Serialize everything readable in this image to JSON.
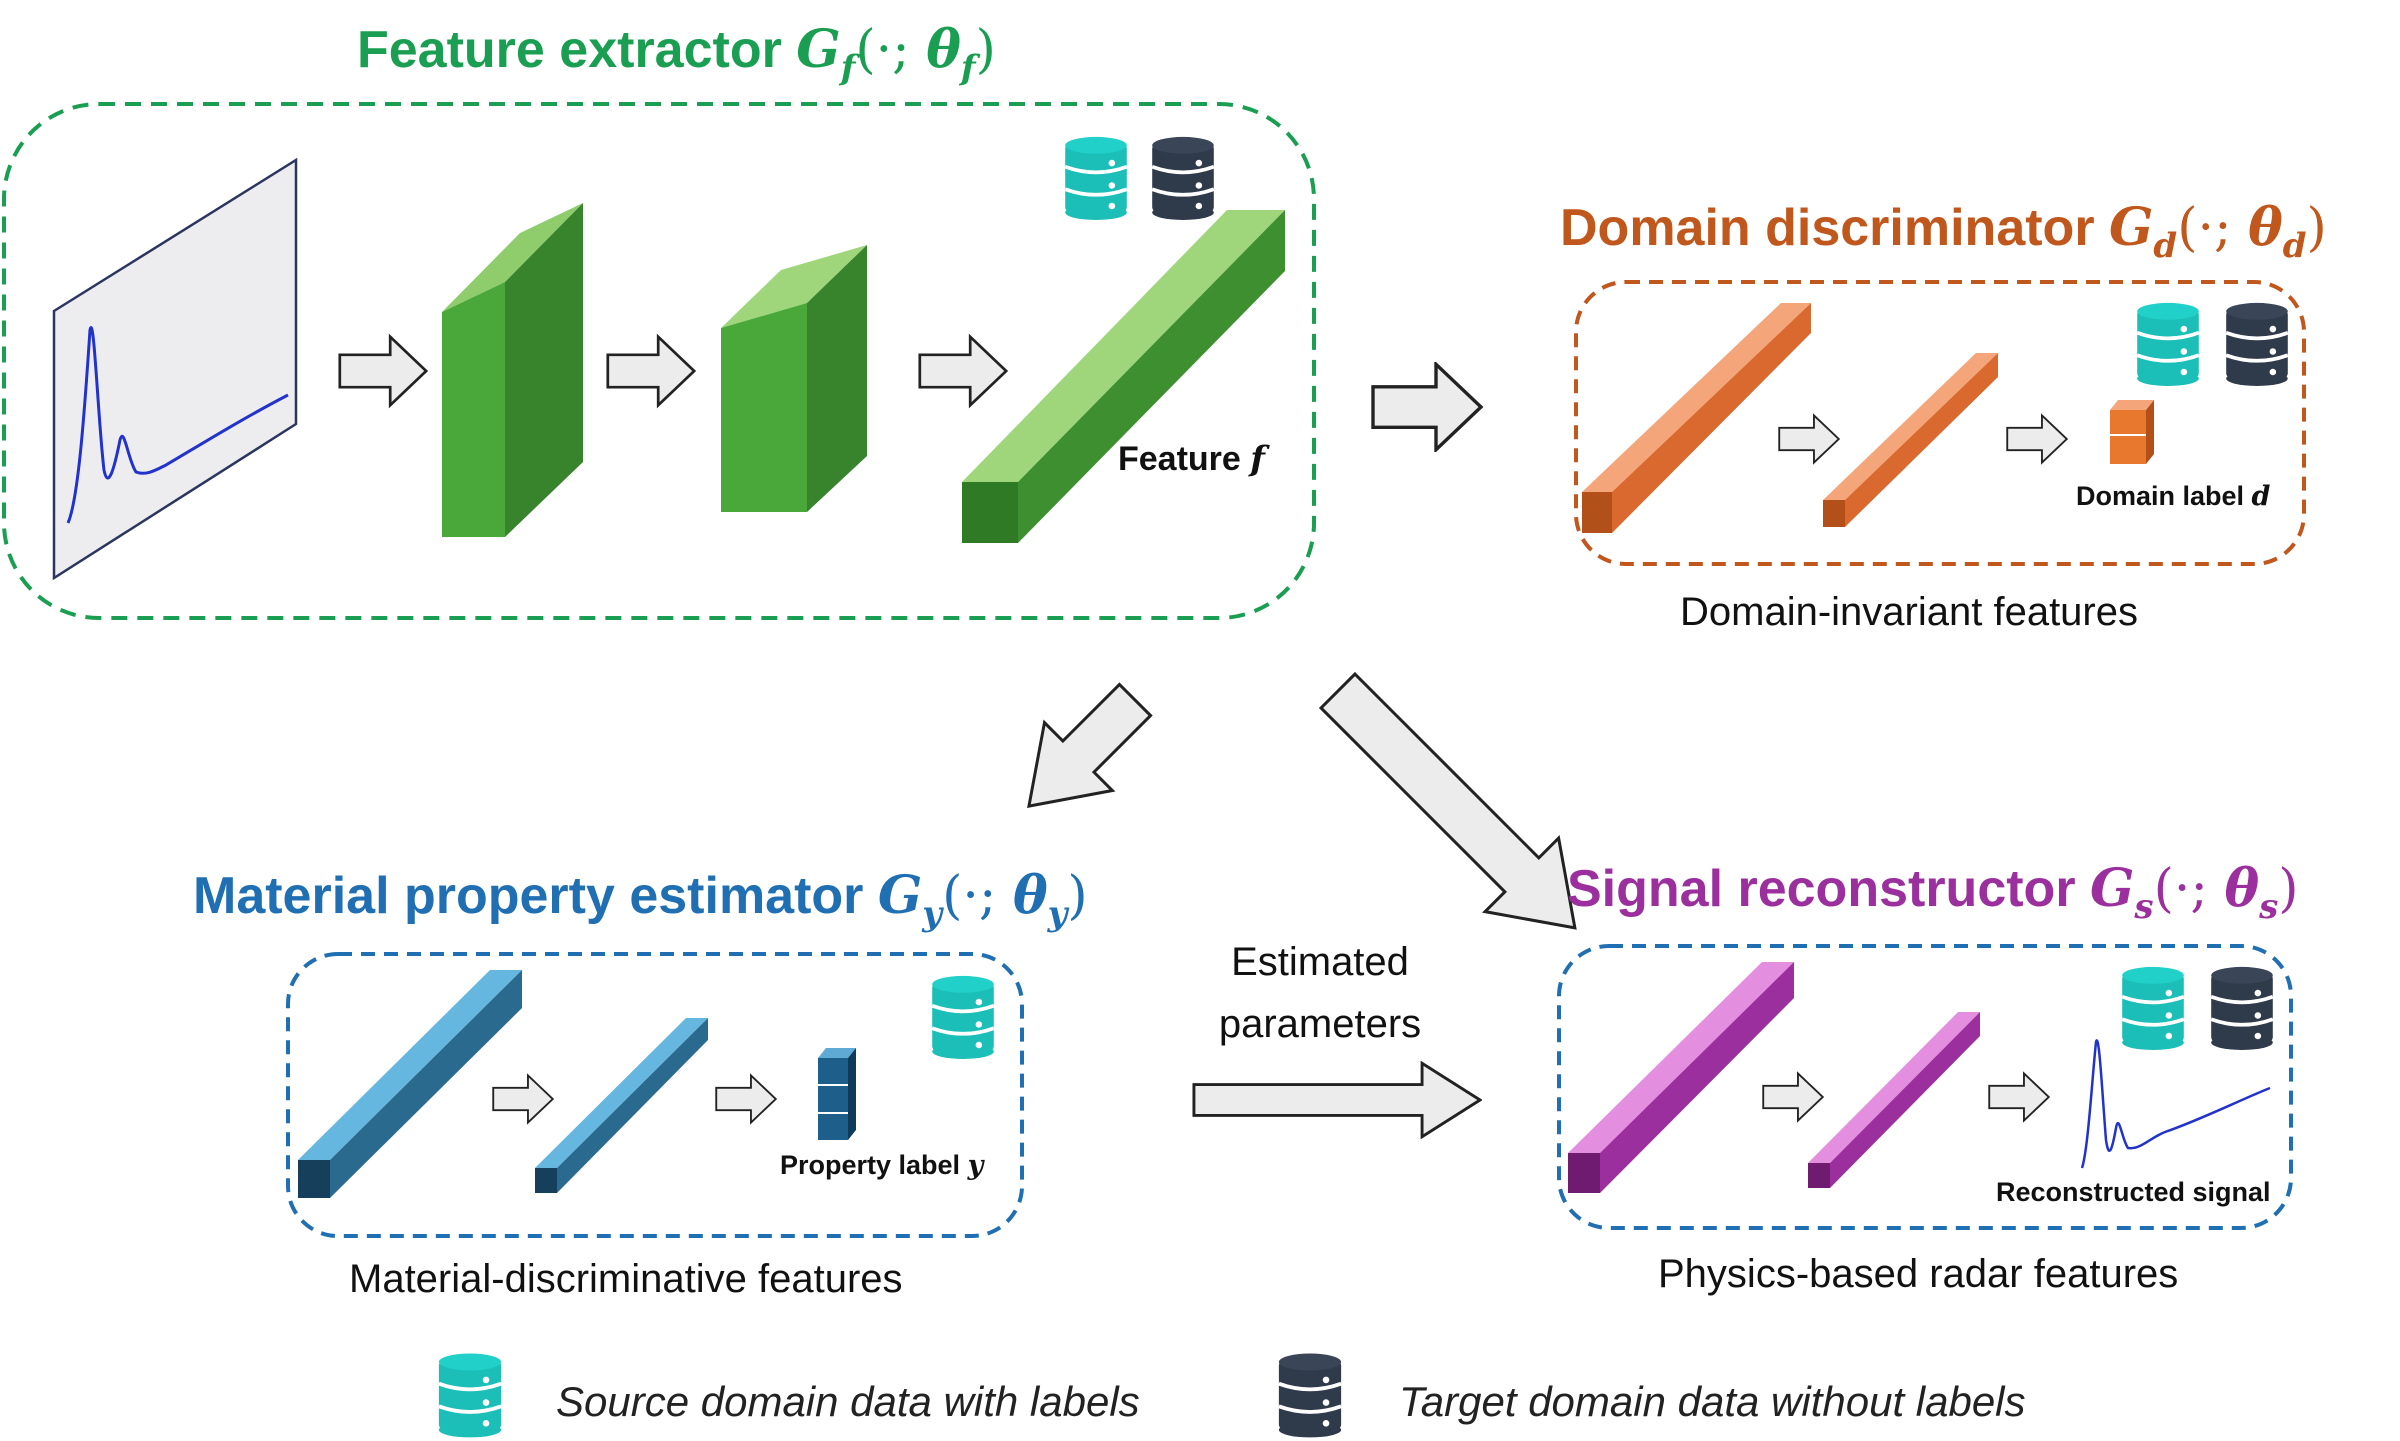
{
  "colors": {
    "feature_green": "#1a9e52",
    "domain_orange": "#c0571c",
    "material_blue": "#1f6fb2",
    "signal_purple": "#9b2f9e",
    "source_db": "#1bbfb8",
    "target_db": "#2f3a4a",
    "signal_line": "#2233cc"
  },
  "feature_extractor": {
    "title_text": "Feature extractor ",
    "math_main": "G",
    "math_sub": "f",
    "math_open": "(·; ",
    "math_theta": "θ",
    "math_theta_sub": "f",
    "math_close": ")",
    "feature_label_text": "Feature ",
    "feature_label_math": "f"
  },
  "domain_discriminator": {
    "title_text": "Domain discriminator ",
    "math_main": "G",
    "math_sub": "d",
    "math_open": "(·; ",
    "math_theta": "θ",
    "math_theta_sub": "d",
    "math_close": ")",
    "output_label_text": "Domain label ",
    "output_label_math": "d",
    "caption": "Domain-invariant features"
  },
  "material_property_estimator": {
    "title_text": "Material property estimator ",
    "math_main": "G",
    "math_sub": "y",
    "math_open": "(·; ",
    "math_theta": "θ",
    "math_theta_sub": "y",
    "math_close": ")",
    "output_label_text": "Property label ",
    "output_label_math": "y",
    "caption": "Material-discriminative features"
  },
  "signal_reconstructor": {
    "title_text": "Signal reconstructor ",
    "math_main": "G",
    "math_sub": "s",
    "math_open": "(·; ",
    "math_theta": "θ",
    "math_theta_sub": "s",
    "math_close": ")",
    "output_label": "Reconstructed signal",
    "caption": "Physics-based radar features"
  },
  "estimated_parameters": {
    "line1": "Estimated",
    "line2": "parameters"
  },
  "legend": {
    "source": "Source domain data with labels",
    "target": "Target domain data without labels",
    "source_icon": "database-icon",
    "target_icon": "database-icon"
  }
}
